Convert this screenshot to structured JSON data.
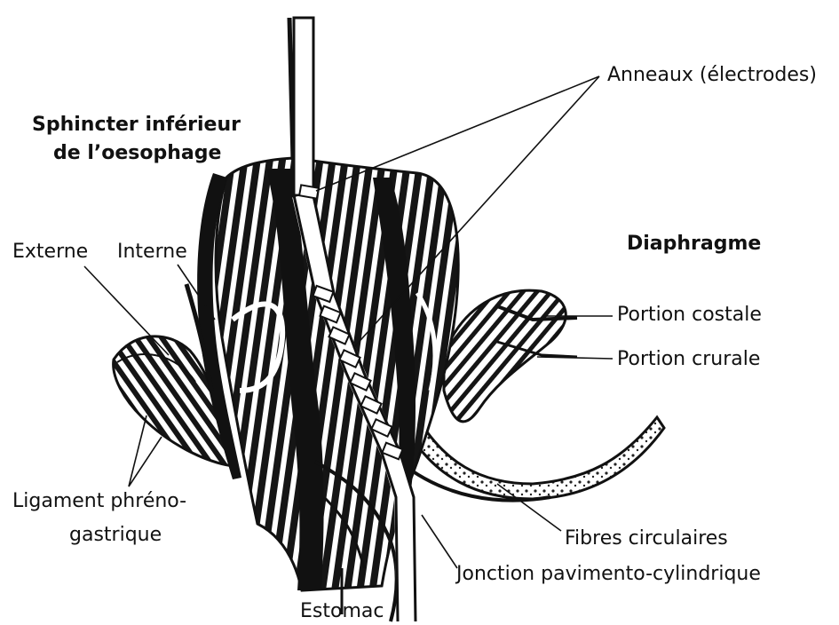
{
  "labels": {
    "sphincter_line1": "Sphincter inférieur",
    "sphincter_line2": "de l’oesophage",
    "externe": "Externe",
    "interne": "Interne",
    "ligament_line1": "Ligament phréno-",
    "ligament_line2": "gastrique",
    "estomac": "Estomac",
    "anneaux": "Anneaux (électrodes)",
    "diaphragme": "Diaphragme",
    "portion_costale": "Portion costale",
    "portion_crurale": "Portion crurale",
    "fibres_circulaires": "Fibres circulaires",
    "jonction": "Jonction pavimento-cylindrique"
  },
  "colors": {
    "ink": "#111111",
    "background": "#ffffff",
    "shade": "#2a2a2a"
  }
}
